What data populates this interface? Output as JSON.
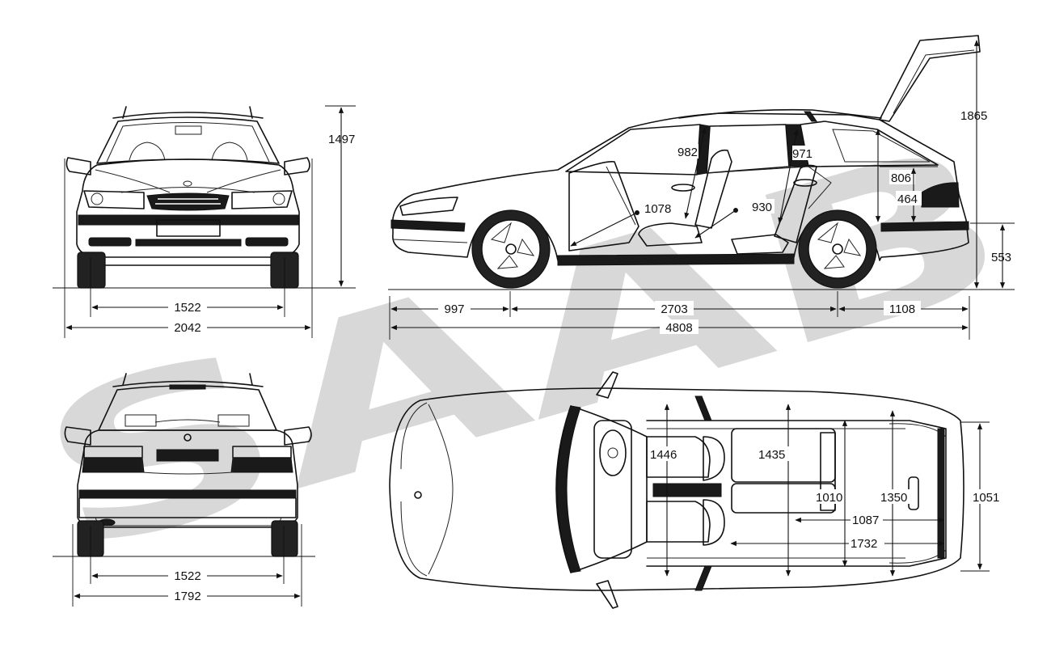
{
  "watermark": {
    "text": "SAAB",
    "color": "#b9b9b9"
  },
  "views": {
    "front": {
      "width": "2042",
      "track": "1522",
      "height": "1497"
    },
    "rear": {
      "width": "1792",
      "track": "1522"
    },
    "side": {
      "front_overhang": "997",
      "wheelbase": "2703",
      "rear_overhang": "1108",
      "length": "4808",
      "height_open_tailgate": "1865",
      "ground_to_bumper": "553",
      "front_headroom": "982",
      "rear_headroom": "971",
      "front_legroom": "1078",
      "rear_legroom": "930",
      "cargo_height": "806",
      "loading_height": "464"
    },
    "top": {
      "front_shoulder_width": "1446",
      "rear_shoulder_width": "1435",
      "wheel_arch_width": "1010",
      "cargo_width": "1350",
      "tailgate_opening_width": "1051",
      "cargo_length": "1087",
      "cargo_length_folded": "1732"
    }
  }
}
